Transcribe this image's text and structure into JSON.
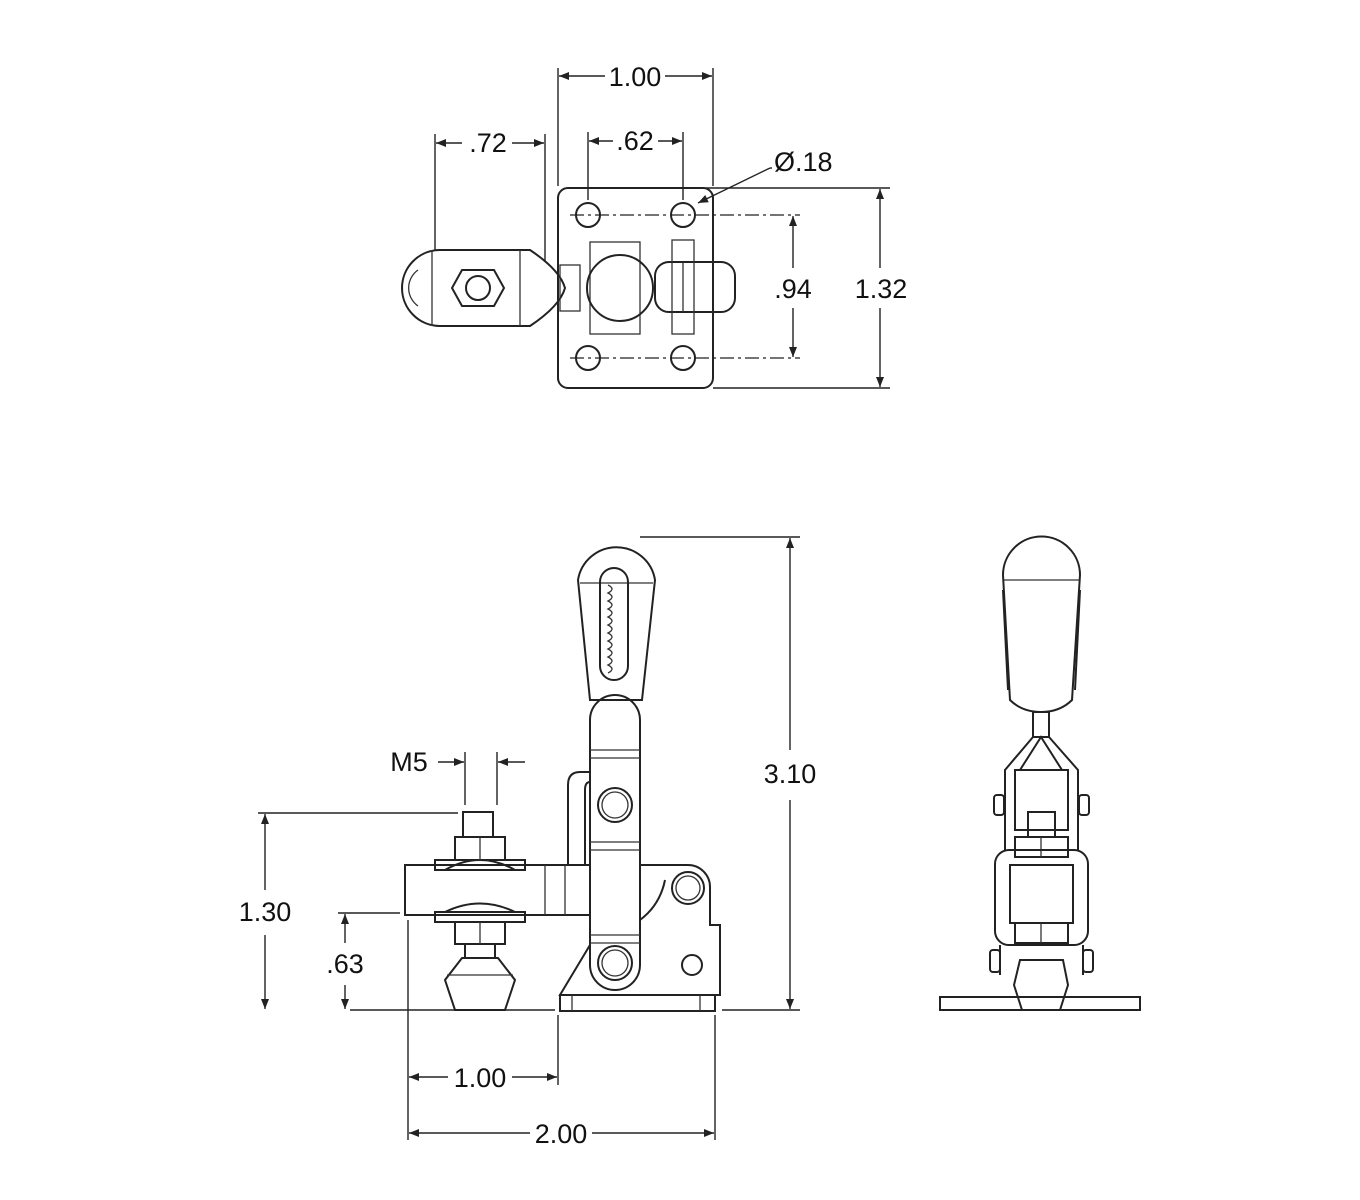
{
  "drawing": {
    "top_view": {
      "dims": {
        "width_plate": "1.00",
        "arm_eye": ".72",
        "hole_spacing_x": ".62",
        "hole_dia": "Ø.18",
        "hole_spacing_y": ".94",
        "height_plate": "1.32"
      }
    },
    "front_view": {
      "dims": {
        "overall_height": "3.10",
        "thread": "M5",
        "spindle_height": "1.30",
        "arm_height": ".63",
        "reach": "1.00",
        "overall_length": "2.00"
      }
    },
    "side_view": {},
    "colors": {
      "line": "#222222",
      "background": "#ffffff"
    }
  }
}
